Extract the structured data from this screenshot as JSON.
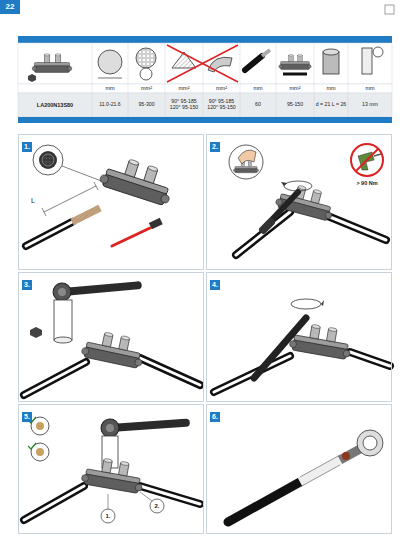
{
  "diagram": {
    "nodes": [
      {
        "text": [
          "1."
        ]
      },
      {
        "text": [
          "2."
        ]
      },
      {
        "text": [
          "3."
        ]
      },
      {
        "text": [
          "4."
        ]
      },
      {
        "text": [
          "5."
        ]
      },
      {
        "text": [
          "6."
        ]
      }
    ],
    "labels": [
      "22",
      "mm",
      "mm²",
      "mm²",
      "mm²",
      "mm",
      "mm²",
      "mm",
      "mm",
      "LA200N13S80",
      "11.0-21.6",
      "95-300",
      "90° 95-185 120° 95-150",
      "90° 95-185 120° 95-150",
      "60",
      "95-150",
      "d = 21 L = 26",
      "13 mm",
      "L",
      "> 90 Nm",
      "1.",
      "2."
    ]
  }
}
